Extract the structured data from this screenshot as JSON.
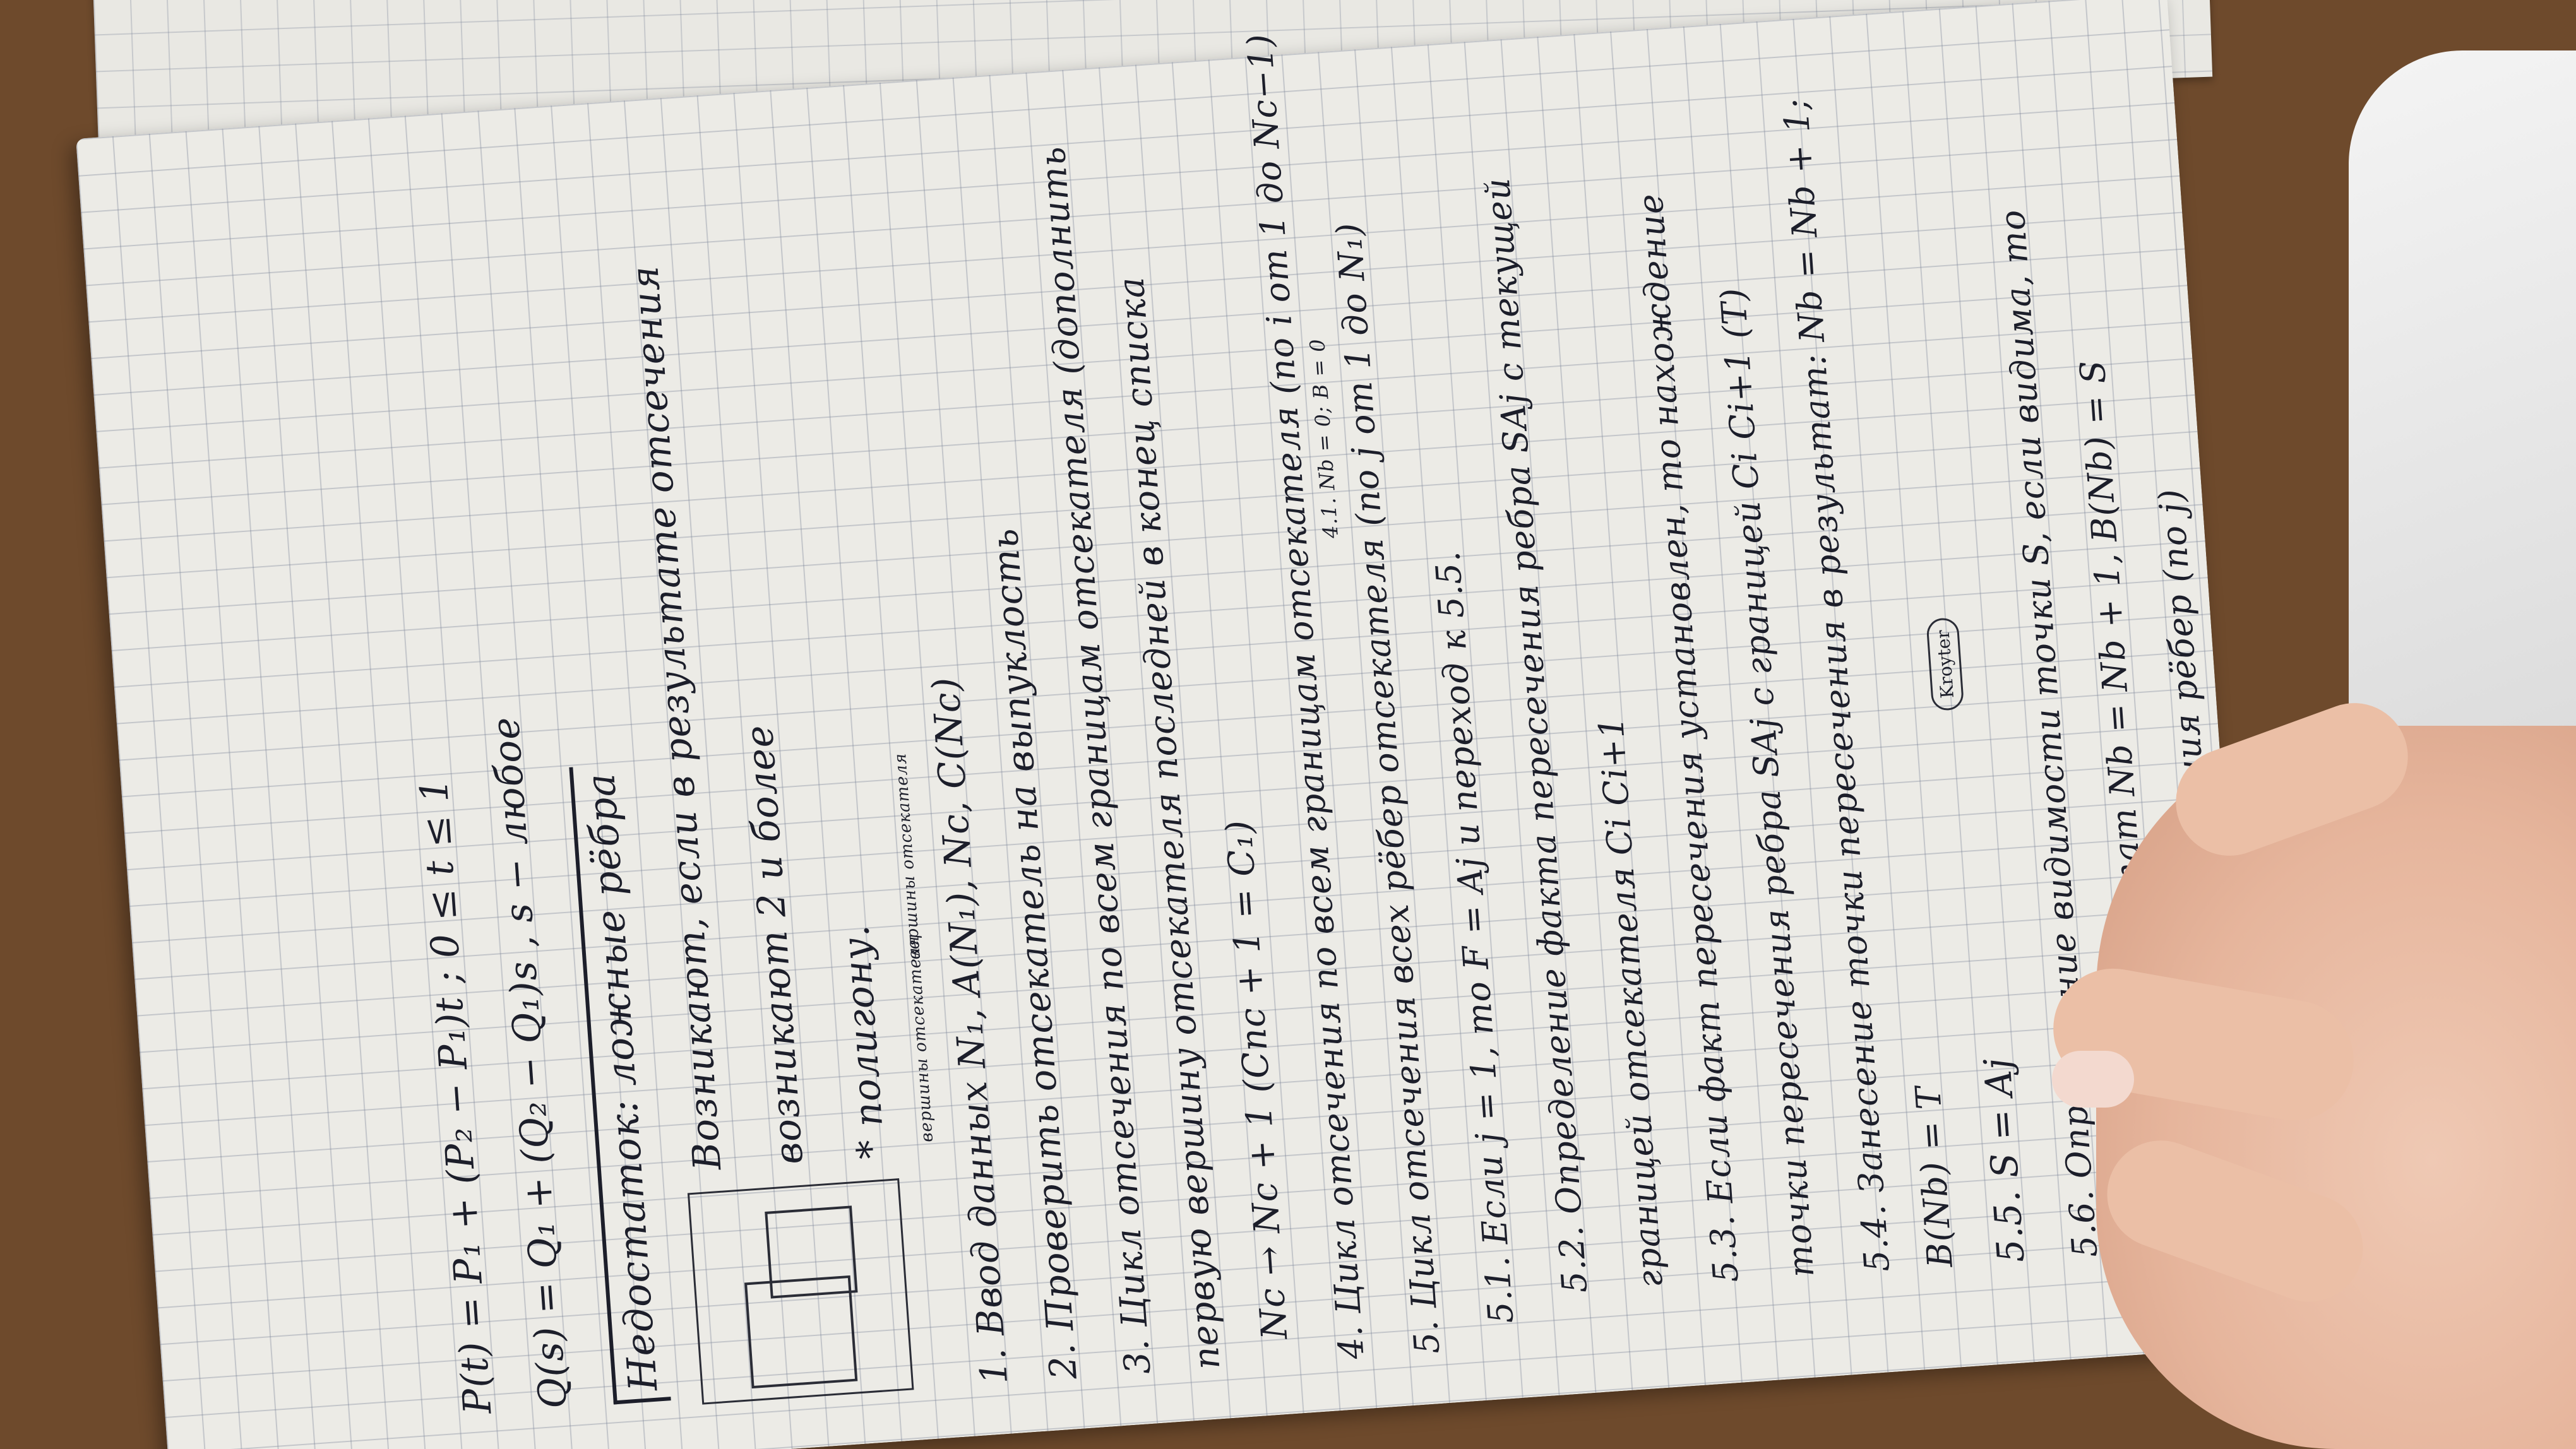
{
  "notes": {
    "lines": [
      "P(t) = P₁ + (P₂ − P₁)t ;   0 ≤ t ≤ 1",
      "Q(s) = Q₁ + (Q₂ − Q₁)s ,    s − любое",
      "Недостаток: ложные рёбра",
      "Возникают, если в результате отсечения",
      "возникают 2 и более",
      "* полигону.",
      "1. Ввод данных N₁, A(N₁), Nc, C(Nc)",
      "2. Проверить отсекатель на выпуклость",
      "3. Цикл отсечения по всем границам отсекателя (дополнить",
      "первую вершину отсекателя последней в конец списка",
      "Nc → Nc + 1    (Cnc + 1 = C₁)",
      "4. Цикл отсечения по всем границам отсекателя (по i от 1 до Nc−1)",
      "4.1. Nb = 0; B = 0",
      "5. Цикл отсечения всех рёбер отсекателя (по j от 1 до N₁)",
      "5.1. Если j = 1, то F = Aj и переход к 5.5.",
      "5.2. Определение факта пересечения ребра SAj с текущей",
      "границей отсекателя Ci Ci+1",
      "5.3. Если факт пересечения установлен, то нахождение",
      "точки пересечения ребра SAj с границей Ci Ci+1 (T)",
      "5.4. Занесение точки пересечения в результат: Nb = Nb + 1;",
      "B(Nb) = T",
      "5.5. S = Aj",
      "5.6. Определение видимости точки S, если видима, то",
      "занесение в результат Nb = Nb + 1, B(Nb) = S",
      "5.7. Конец цикла отсечения рёбер (по j)"
    ],
    "marginalia": [
      "вершины отсекателя",
      "вершины отсекателя"
    ]
  },
  "brand": {
    "logo_text": "Kroyter",
    "colors": {
      "desk": "#6e4a2c",
      "paper": "#ecebe6",
      "grid": "#7882968c",
      "ink": "#1c1e2a",
      "skin": "#e6b59c"
    }
  }
}
